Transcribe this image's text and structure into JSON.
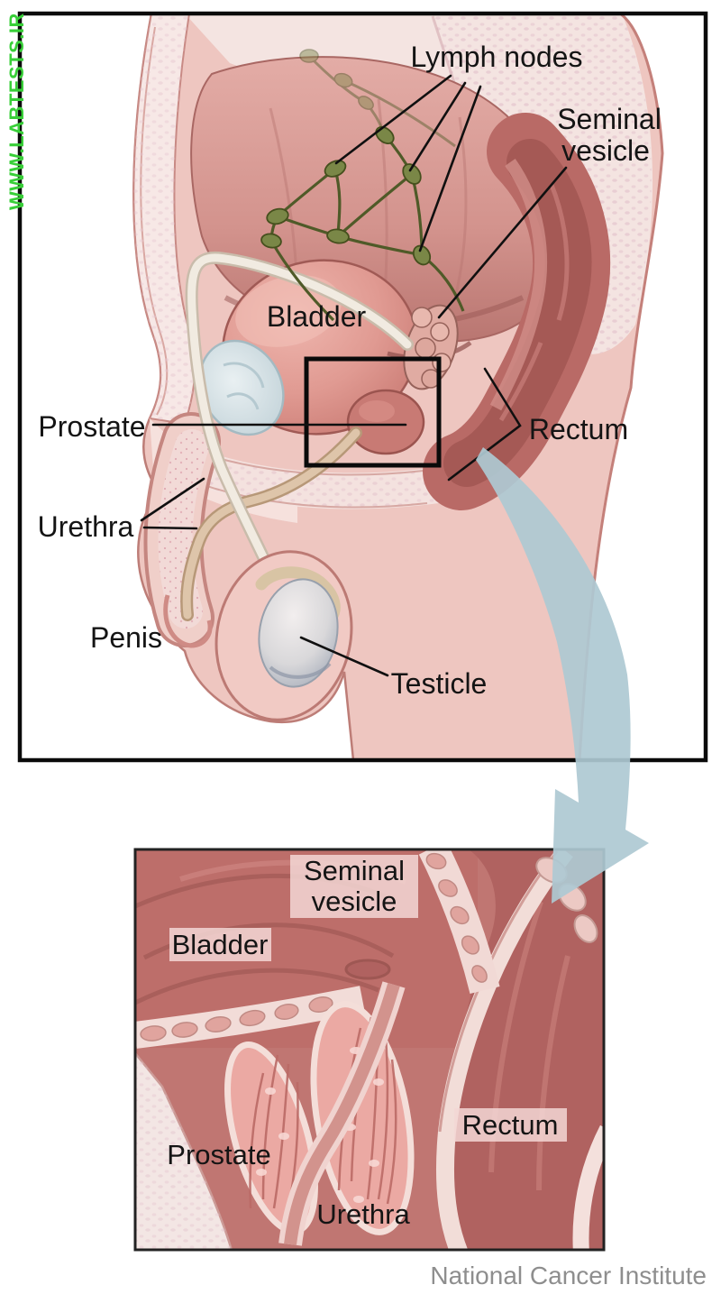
{
  "watermark": {
    "text": "WWW.LABTESTS.IR",
    "color": "#38cf38"
  },
  "credit": {
    "text": "National Cancer Institute",
    "color": "#8e8e8e"
  },
  "main_panel": {
    "labels": {
      "lymph_nodes": "Lymph nodes",
      "seminal_vesicle_line1": "Seminal",
      "seminal_vesicle_line2": "vesicle",
      "bladder": "Bladder",
      "prostate": "Prostate",
      "rectum": "Rectum",
      "urethra": "Urethra",
      "penis": "Penis",
      "testicle": "Testicle"
    }
  },
  "inset_panel": {
    "labels": {
      "seminal_vesicle_line1": "Seminal",
      "seminal_vesicle_line2": "vesicle",
      "bladder": "Bladder",
      "prostate": "Prostate",
      "rectum": "Rectum",
      "urethra": "Urethra"
    }
  },
  "colors": {
    "frame": "#0a0a0a",
    "arrow_blue": "#aec9d3",
    "lymph_node_green": "#7a8747",
    "flesh_pink": "#eec6c0"
  }
}
